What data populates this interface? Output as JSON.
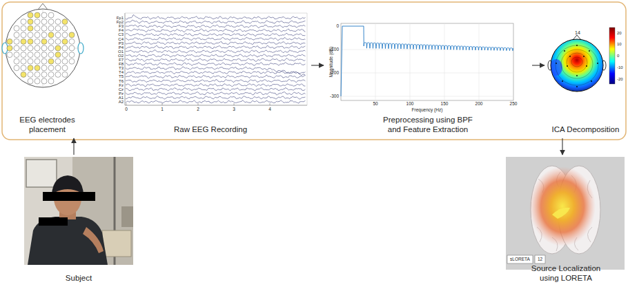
{
  "diagram": {
    "nodes": [
      {
        "text": [
          "EEG electrodes placement"
        ]
      },
      {
        "text": [
          "Raw EEG Recording"
        ]
      },
      {
        "text": [
          "Preprocessing using BPF and Feature Extraction"
        ]
      },
      {
        "text": [
          "ICA Decomposition"
        ]
      },
      {
        "text": [
          "Subject"
        ]
      },
      {
        "text": [
          "Source Localization using LORETA"
        ]
      }
    ],
    "edges": [
      {
        "from": 4,
        "to": 0,
        "arrow": "to"
      },
      {
        "from": 1,
        "to": 2,
        "arrow": "to"
      },
      {
        "from": 2,
        "to": 3,
        "arrow": "to"
      },
      {
        "from": 3,
        "to": 5,
        "arrow": "to"
      }
    ],
    "labels": [
      "Fp1",
      "Fp2",
      "F3",
      "F4",
      "C3",
      "C4",
      "P3",
      "P4",
      "O1",
      "O2",
      "F7",
      "F8",
      "T3",
      "T4",
      "T5",
      "T6",
      "Fz",
      "Cz",
      "Pz",
      "A1",
      "A2",
      "0",
      "1",
      "2",
      "3",
      "4",
      "0",
      "-100",
      "-200",
      "-300",
      "50",
      "100",
      "150",
      "200",
      "250",
      "Magnitude (dB)",
      "Frequency (Hz)",
      "14",
      "20",
      "10",
      "0",
      "-10",
      "-20",
      "sLORETA",
      "12"
    ]
  }
}
